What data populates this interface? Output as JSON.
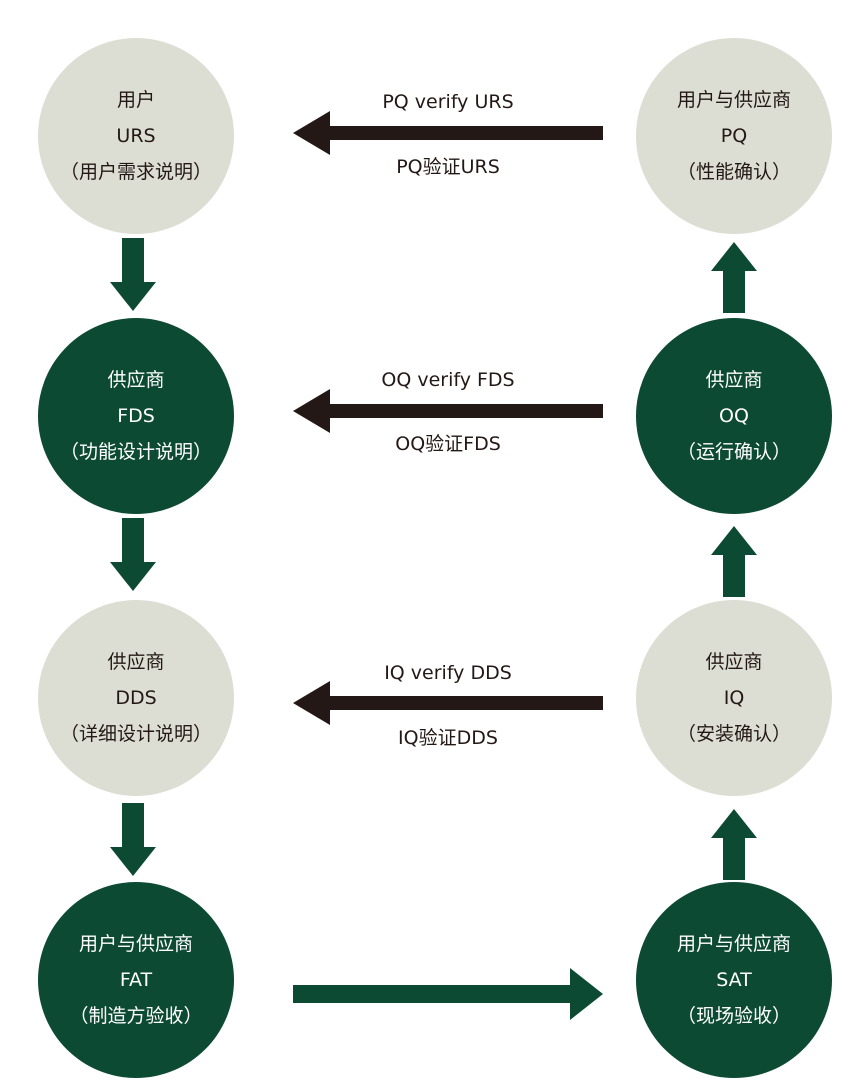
{
  "colors": {
    "light": "#dcded3",
    "dark": "#0d4a33",
    "arrow_dark": "#231815",
    "arrow_green": "#0d4a33"
  },
  "nodes": {
    "urs": {
      "line1": "用户",
      "line2": "URS",
      "line3": "（用户需求说明）"
    },
    "fds": {
      "line1": "供应商",
      "line2": "FDS",
      "line3": "（功能设计说明）"
    },
    "dds": {
      "line1": "供应商",
      "line2": "DDS",
      "line3": "（详细设计说明）"
    },
    "fat": {
      "line1": "用户与供应商",
      "line2": "FAT",
      "line3": "（制造方验收）"
    },
    "pq": {
      "line1": "用户与供应商",
      "line2": "PQ",
      "line3": "（性能确认）"
    },
    "oq": {
      "line1": "供应商",
      "line2": "OQ",
      "line3": "（运行确认）"
    },
    "iq": {
      "line1": "供应商",
      "line2": "IQ",
      "line3": "（安装确认）"
    },
    "sat": {
      "line1": "用户与供应商",
      "line2": "SAT",
      "line3": "（现场验收）"
    }
  },
  "links": {
    "pq_urs": {
      "top": "PQ verify URS",
      "bottom": "PQ验证URS"
    },
    "oq_fds": {
      "top": "OQ verify FDS",
      "bottom": "OQ验证FDS"
    },
    "iq_dds": {
      "top": "IQ verify DDS",
      "bottom": "IQ验证DDS"
    }
  }
}
